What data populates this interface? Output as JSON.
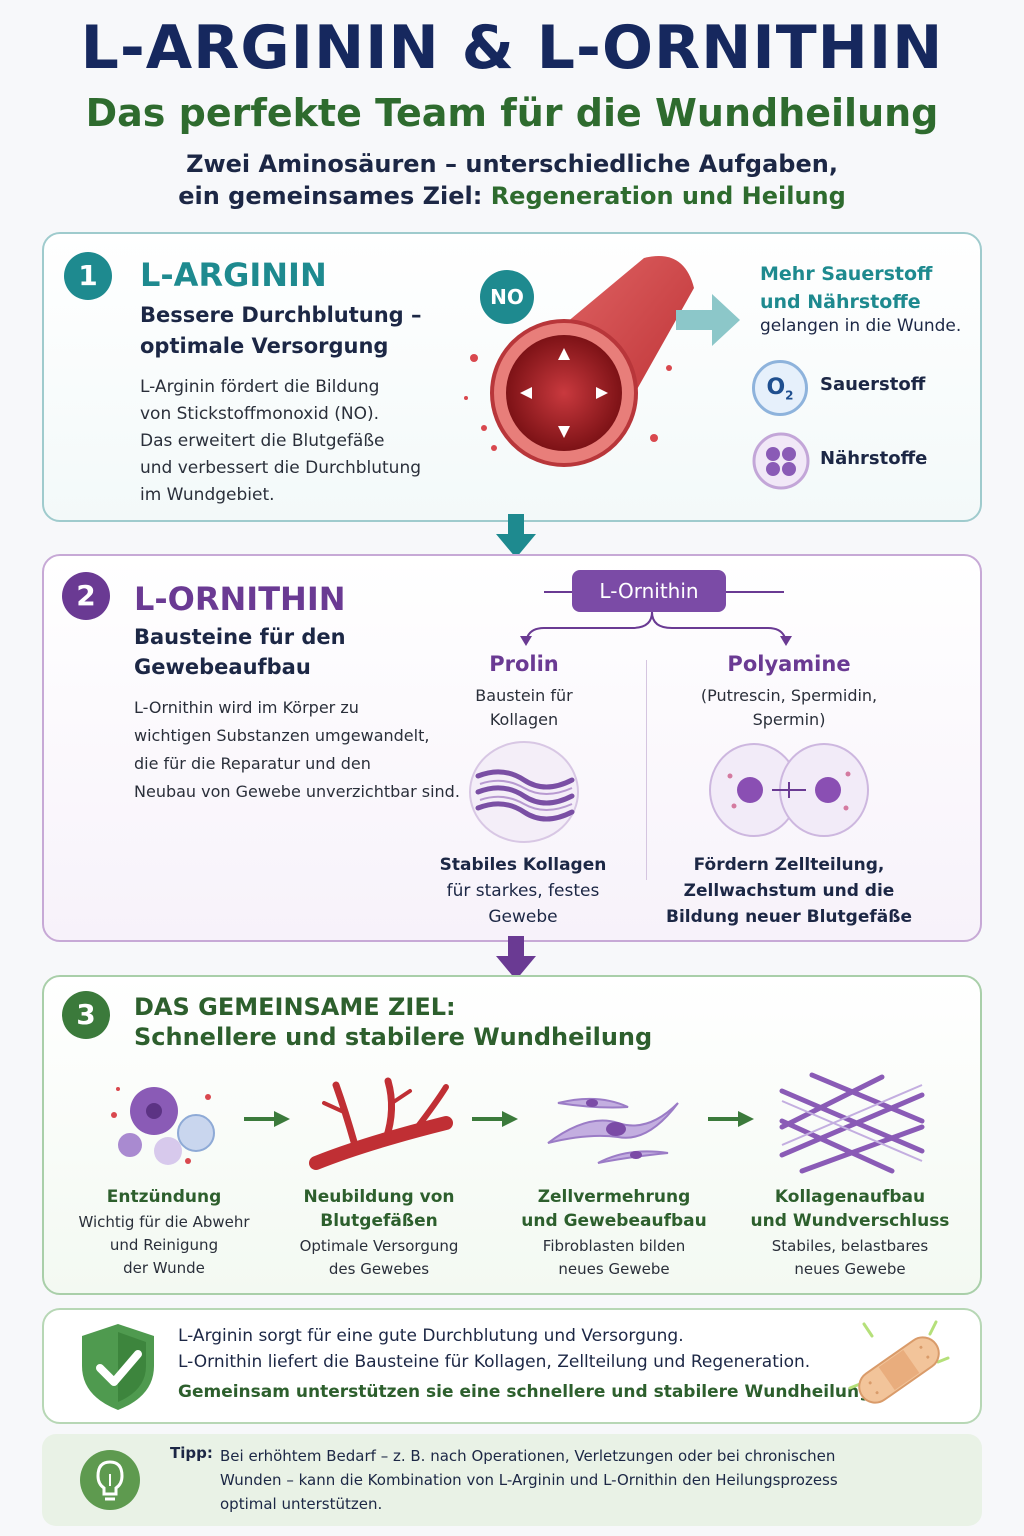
{
  "header": {
    "title": "L-ARGININ & L-ORNITHIN",
    "subtitle": "Das perfekte Team für die Wundheilung",
    "intro_line1": "Zwei Aminosäuren – unterschiedliche Aufgaben,",
    "intro_line2_prefix": "ein gemeinsames Ziel: ",
    "intro_line2_highlight": "Regeneration und Heilung"
  },
  "section1": {
    "number": "1",
    "title": "L-ARGININ",
    "subtitle_line1": "Bessere Durchblutung –",
    "subtitle_line2": "optimale Versorgung",
    "body": [
      "L-Arginin fördert die Bildung",
      "von Stickstoffmonoxid (NO).",
      "Das erweitert die Blutgefäße",
      "und verbessert die Durchblutung",
      "im Wundgebiet."
    ],
    "no_label": "NO",
    "right_heading_line1": "Mehr Sauerstoff",
    "right_heading_line2": "und Nährstoffe",
    "right_text": "gelangen in die Wunde.",
    "o2_symbol": "O",
    "o2_sub": "2",
    "oxygen_label": "Sauerstoff",
    "nutrient_label": "Nährstoffe",
    "colors": {
      "accent": "#1e8a8f"
    }
  },
  "section2": {
    "number": "2",
    "title": "L-ORNITHIN",
    "subtitle_line1": "Bausteine für den",
    "subtitle_line2": "Gewebeaufbau",
    "body": [
      "L-Ornithin wird im Körper zu",
      "wichtigen Substanzen umgewandelt,",
      "die für die Reparatur und den",
      "Neubau von Gewebe unverzichtbar sind."
    ],
    "tag": "L-Ornithin",
    "left_branch": {
      "title": "Prolin",
      "desc_line1": "Baustein für",
      "desc_line2": "Kollagen",
      "result": [
        "Stabiles Kollagen",
        "für starkes, festes",
        "Gewebe"
      ]
    },
    "right_branch": {
      "title": "Polyamine",
      "desc_line1": "(Putrescin, Spermidin,",
      "desc_line2": "Spermin)",
      "result": [
        "Fördern Zellteilung,",
        "Zellwachstum und die",
        "Bildung neuer Blutgefäße"
      ]
    },
    "colors": {
      "accent": "#6a3a93"
    }
  },
  "section3": {
    "number": "3",
    "title_line1": "DAS GEMEINSAME ZIEL:",
    "title_line2": "Schnellere und stabilere Wundheilung",
    "steps": [
      {
        "title": [
          "Entzündung"
        ],
        "desc": [
          "Wichtig für die Abwehr",
          "und Reinigung",
          "der Wunde"
        ]
      },
      {
        "title": [
          "Neubildung von",
          "Blutgefäßen"
        ],
        "desc": [
          "Optimale Versorgung",
          "des Gewebes"
        ]
      },
      {
        "title": [
          "Zellvermehrung",
          "und Gewebeaufbau"
        ],
        "desc": [
          "Fibroblasten bilden",
          "neues Gewebe"
        ]
      },
      {
        "title": [
          "Kollagenaufbau",
          "und Wundverschluss"
        ],
        "desc": [
          "Stabiles, belastbares",
          "neues Gewebe"
        ]
      }
    ],
    "colors": {
      "accent": "#3b7a3b"
    }
  },
  "summary": {
    "line1": "L-Arginin sorgt für eine gute Durchblutung und Versorgung.",
    "line2": "L-Ornithin liefert die Bausteine für Kollagen, Zellteilung und Regeneration.",
    "line3": "Gemeinsam unterstützen sie eine schnellere und stabilere Wundheilung."
  },
  "tip": {
    "label": "Tipp:",
    "line1": "Bei erhöhtem Bedarf – z. B. nach Operationen, Verletzungen oder bei chronischen",
    "line2": "Wunden – kann die Kombination von L-Arginin und L-Ornithin den Heilungsprozess",
    "line3": "optimal unterstützen."
  }
}
